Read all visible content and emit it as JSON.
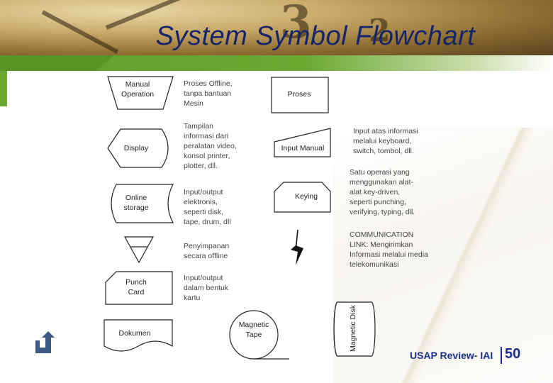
{
  "title": "System Symbol Flowchart",
  "header_clock_numerals": [
    "3",
    "2"
  ],
  "symbols": {
    "manual_operation": {
      "label": "Manual Operation",
      "desc": "Proses Offline, tanpa bantuan Mesin"
    },
    "proses": {
      "label": "Proses"
    },
    "display": {
      "label": "Display",
      "desc": "Tampilan informasi dari peralatan video, konsol printer, plotter, dll."
    },
    "input_manual": {
      "label": "Input Manual",
      "desc": "Input atas informasi melalui keyboard, switch, tombol, dll."
    },
    "online_storage": {
      "label": "Online storage",
      "desc": "Input/output elektronis, seperti disk, tape, drum, dll"
    },
    "keying": {
      "label": "Keying",
      "desc": "Satu operasi yang menggunakan alat-alat key-driven, seperti punching, verifying, typing, dll."
    },
    "offline_storage": {
      "desc": "Penyimpanan secara offline"
    },
    "communication_link": {
      "desc": "COMMUNICATION LINK: Mengirimkan Informasi melalui media telekomunikasi"
    },
    "punch_card": {
      "label": "Punch Card",
      "desc": "Input/output dalam bentuk kartu"
    },
    "dokumen": {
      "label": "Dokumen"
    },
    "magnetic_tape": {
      "label": "Magnetic Tape"
    },
    "magnetic_disk": {
      "label": "Magnetic Disk"
    }
  },
  "footer": {
    "text": "USAP Review- IAI",
    "page": "50"
  },
  "nav": {
    "icon": "return-arrow-icon"
  },
  "colors": {
    "title": "#14256a",
    "accent_green": "#6aa832",
    "footer": "#1a2f8a",
    "nav_icon": "#3b5a86"
  }
}
